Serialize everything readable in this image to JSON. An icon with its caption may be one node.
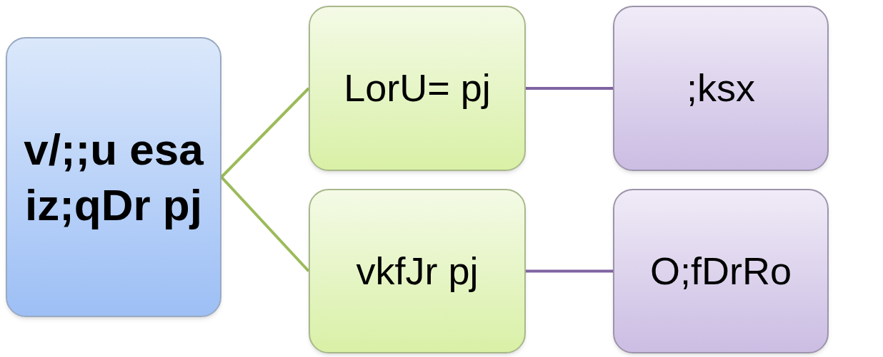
{
  "diagram": {
    "nodes": [
      {
        "text": [
          "v/;;u esa iz;qDr pj"
        ]
      },
      {
        "text": [
          "LorU= pj"
        ]
      },
      {
        "text": [
          "vkfJr pj"
        ]
      },
      {
        "text": [
          ";ksx"
        ]
      },
      {
        "text": [
          "O;fDrRo"
        ]
      }
    ],
    "edges": [
      {
        "from": 0,
        "to": 1,
        "arrow": "none",
        "color": "#9bbb59"
      },
      {
        "from": 0,
        "to": 2,
        "arrow": "none",
        "color": "#9bbb59"
      },
      {
        "from": 1,
        "to": 3,
        "arrow": "none",
        "color": "#8064a2"
      },
      {
        "from": 2,
        "to": 4,
        "arrow": "none",
        "color": "#8064a2"
      }
    ]
  }
}
